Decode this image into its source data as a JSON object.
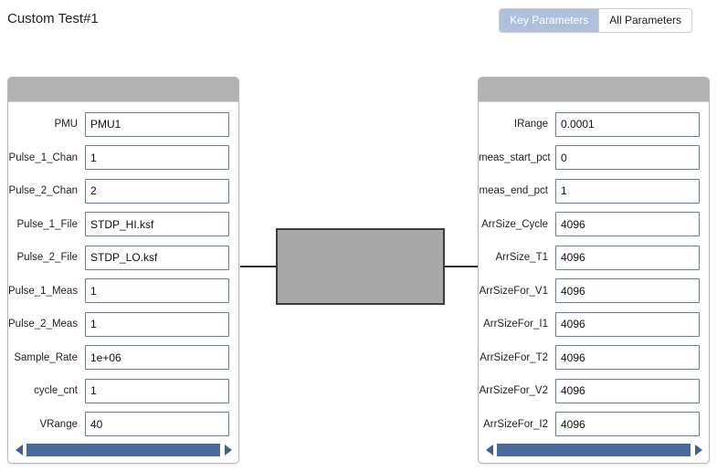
{
  "header": {
    "title": "Custom Test#1",
    "tabs": [
      {
        "label": "Key Parameters",
        "active": true
      },
      {
        "label": "All Parameters",
        "active": false
      }
    ]
  },
  "colors": {
    "active_tab_bg": "#aec0dc",
    "panel_header_bg": "#b2b2b2",
    "input_border": "#6a7f9e",
    "scroll_thumb": "#4a6a9b",
    "center_block_fill": "#a8a8a8",
    "center_block_border": "#3b3b3b"
  },
  "left_panel": {
    "fields": [
      {
        "label": "PMU",
        "value": "PMU1"
      },
      {
        "label": "Pulse_1_Chan",
        "value": "1"
      },
      {
        "label": "Pulse_2_Chan",
        "value": "2"
      },
      {
        "label": "Pulse_1_File",
        "value": "STDP_HI.ksf"
      },
      {
        "label": "Pulse_2_File",
        "value": "STDP_LO.ksf"
      },
      {
        "label": "Pulse_1_Meas",
        "value": "1"
      },
      {
        "label": "Pulse_2_Meas",
        "value": "1"
      },
      {
        "label": "Sample_Rate",
        "value": "1e+06"
      },
      {
        "label": "cycle_cnt",
        "value": "1"
      },
      {
        "label": "VRange",
        "value": "40"
      }
    ],
    "scrollbar": {
      "left_arrow": "triangle-left-icon",
      "right_arrow": "triangle-right-icon"
    }
  },
  "right_panel": {
    "fields": [
      {
        "label": "IRange",
        "value": "0.0001"
      },
      {
        "label": "meas_start_pct",
        "value": "0"
      },
      {
        "label": "meas_end_pct",
        "value": "1"
      },
      {
        "label": "ArrSize_Cycle",
        "value": "4096"
      },
      {
        "label": "ArrSize_T1",
        "value": "4096"
      },
      {
        "label": "ArrSizeFor_V1",
        "value": "4096"
      },
      {
        "label": "ArrSizeFor_I1",
        "value": "4096"
      },
      {
        "label": "ArrSizeFor_T2",
        "value": "4096"
      },
      {
        "label": "ArrSizeFor_V2",
        "value": "4096"
      },
      {
        "label": "ArrSizeFor_I2",
        "value": "4096"
      }
    ],
    "scrollbar": {
      "left_arrow": "triangle-left-icon",
      "right_arrow": "triangle-right-icon"
    }
  },
  "diagram": {
    "block_label": ""
  }
}
